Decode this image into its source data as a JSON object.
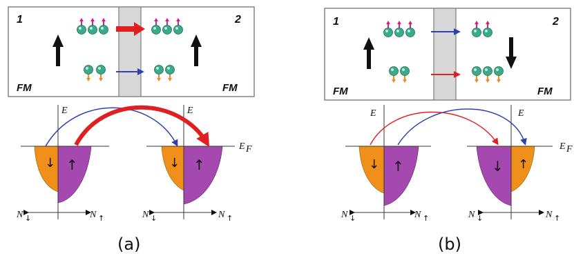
{
  "colors": {
    "spin_down_fill": "#F0901A",
    "spin_up_fill": "#A548B0",
    "barrier_fill": "#D8D8D8",
    "red_arrow": "#E02020",
    "blue_arrow": "#3040B0",
    "electron_ball": "#3AAA8A",
    "spin_up_tag": "#D0208A",
    "spin_down_tag": "#F08A1A"
  },
  "panel_a": {
    "left_label": "1",
    "right_label": "2",
    "left_fm": "FM",
    "right_fm": "FM",
    "caption": "(a)",
    "e_axis_left": "E",
    "e_axis_right": "E",
    "fermi_label": "E",
    "fermi_sub": "F",
    "n_down_left": "N",
    "n_up_left": "N",
    "n_down_right": "N",
    "n_up_right": "N",
    "left_magnetization": "up",
    "right_magnetization": "up",
    "dos_left_arrows": [
      "↓",
      "↑"
    ],
    "dos_right_arrows": [
      "↓",
      "↑"
    ]
  },
  "panel_b": {
    "left_label": "1",
    "right_label": "2",
    "left_fm": "FM",
    "right_fm": "FM",
    "caption": "(b)",
    "e_axis_left": "E",
    "e_axis_right": "E",
    "fermi_label": "E",
    "fermi_sub": "F",
    "n_down_left": "N",
    "n_up_left": "N",
    "n_down_right": "N",
    "n_up_right": "N",
    "left_magnetization": "up",
    "right_magnetization": "down",
    "dos_left_arrows": [
      "↓",
      "↑"
    ],
    "dos_right_arrows": [
      "↓",
      "↑"
    ]
  }
}
